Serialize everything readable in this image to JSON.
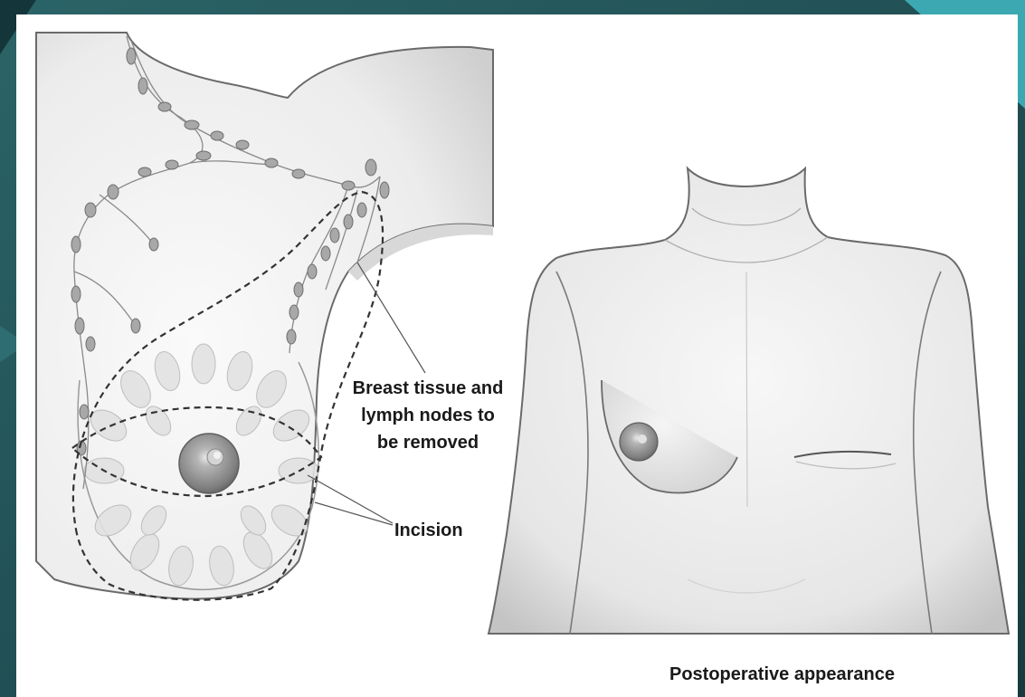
{
  "labels": {
    "tissue_line1": "Breast tissue and",
    "tissue_line2": "lymph nodes to",
    "tissue_line3": "be removed",
    "incision": "Incision",
    "postoperative": "Postoperative appearance"
  },
  "colors": {
    "slide_background": "#1f4f55",
    "slide_accent": "#3fb3bd",
    "panel": "#ffffff",
    "skin": "#eeeeee",
    "outline": "#555555"
  }
}
